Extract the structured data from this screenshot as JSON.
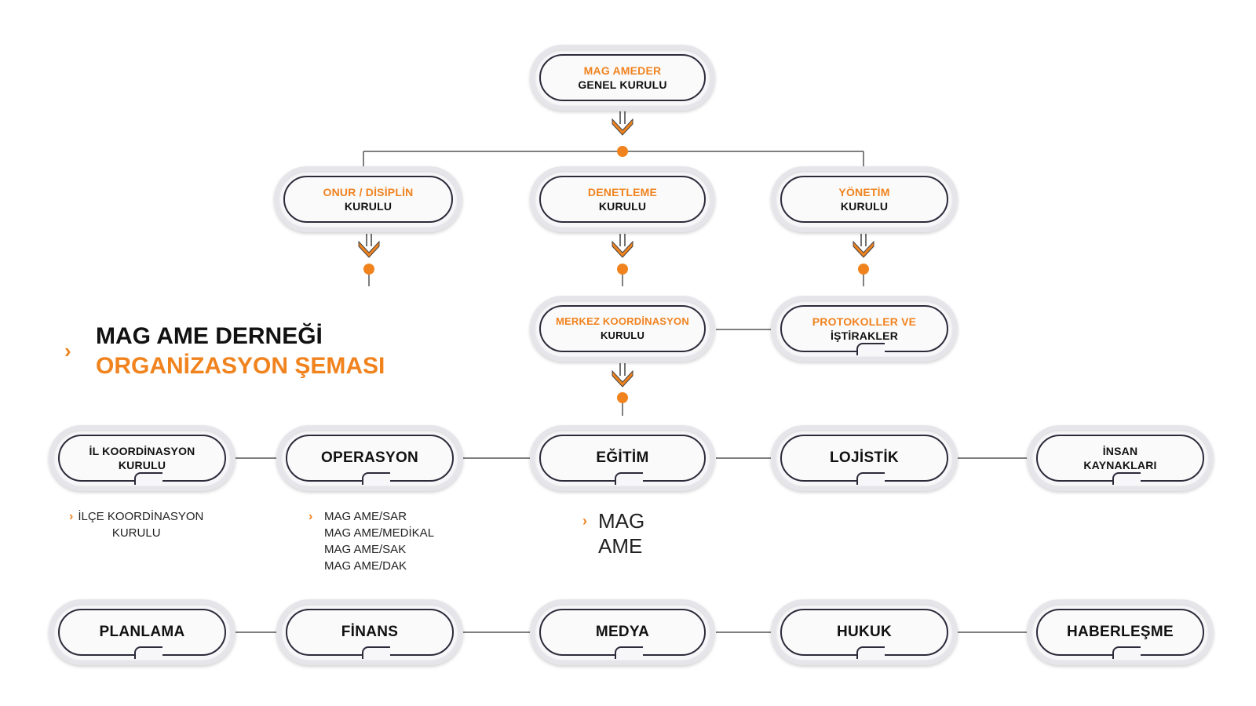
{
  "title": {
    "line1": "MAG AME DERNEĞİ",
    "line2": "ORGANİZASYON ŞEMASI"
  },
  "nodes": {
    "genel": {
      "line1": "MAG AMEDER",
      "line2": "GENEL KURULU"
    },
    "onur": {
      "line1": "ONUR / DİSİPLİN",
      "line2": "KURULU"
    },
    "denetleme": {
      "line1": "DENETLEME",
      "line2": "KURULU"
    },
    "yonetim": {
      "line1": "YÖNETİM",
      "line2": "KURULU"
    },
    "merkez": {
      "line1": "MERKEZ KOORDİNASYON",
      "line2": "KURULU"
    },
    "protokoller": {
      "line1": "PROTOKOLLER VE",
      "line2": "İŞTİRAKLER"
    },
    "il": {
      "line1": "İL KOORDİNASYON",
      "line2": "KURULU"
    },
    "operasyon": {
      "label": "OPERASYON"
    },
    "egitim": {
      "label": "EĞİTİM"
    },
    "lojistik": {
      "label": "LOJİSTİK"
    },
    "insan": {
      "line1": "İNSAN",
      "line2": "KAYNAKLARI"
    },
    "planlama": {
      "label": "PLANLAMA"
    },
    "finans": {
      "label": "FİNANS"
    },
    "medya": {
      "label": "MEDYA"
    },
    "hukuk": {
      "label": "HUKUK"
    },
    "haberlesme": {
      "label": "HABERLEŞME"
    }
  },
  "sublists": {
    "il": {
      "line1": "İLÇE KOORDİNASYON",
      "line2": "KURULU"
    },
    "operasyon": [
      "MAG AME/SAR",
      "MAG AME/MEDİKAL",
      "MAG AME/SAK",
      "MAG AME/DAK"
    ],
    "egitim": {
      "line1": "MAG",
      "line2": "AME"
    }
  },
  "colors": {
    "accent": "#f0831e",
    "text": "#111111",
    "line": "#555555",
    "node_outline": "#2b2b3a"
  }
}
